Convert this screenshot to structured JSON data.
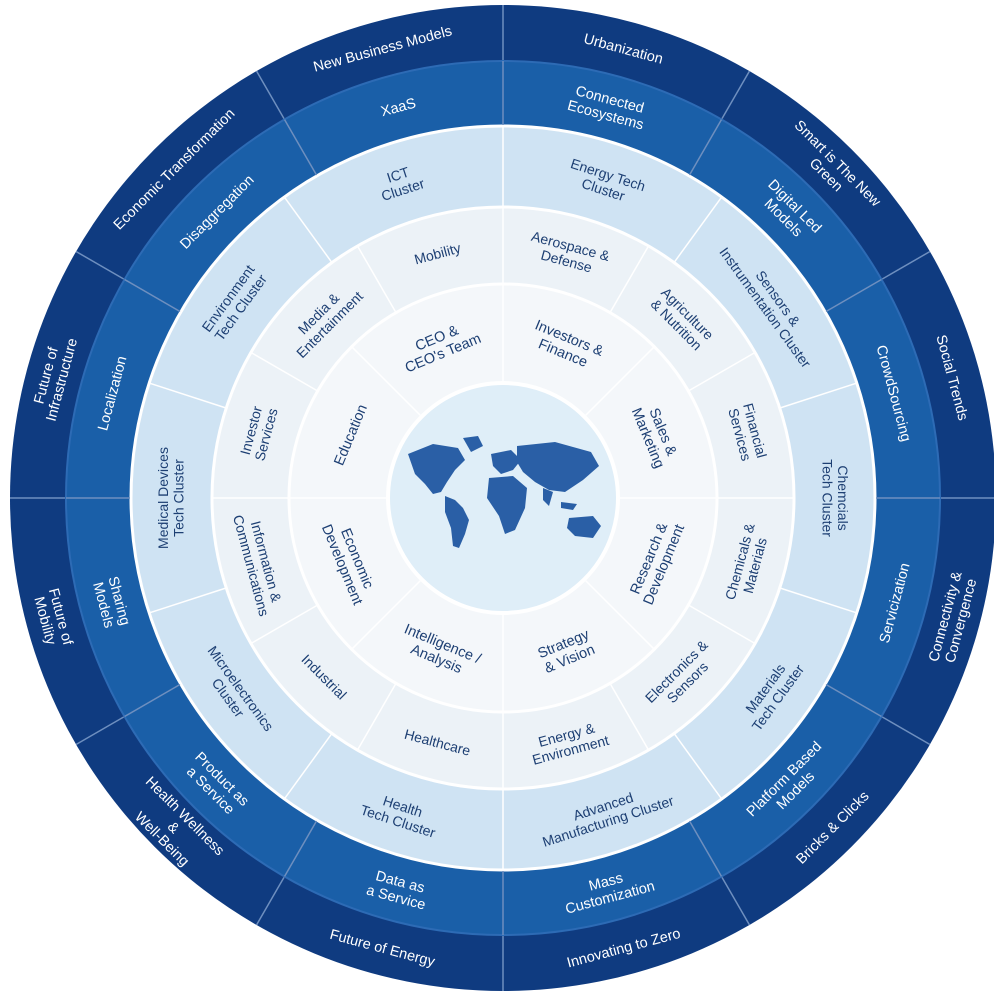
{
  "colors": {
    "outer_ring": "#0f3b80",
    "second_ring": "#1a5fa8",
    "third_ring": "#cfe3f3",
    "fourth_ring": "#ecf2f7",
    "fifth_ring": "#f4f7fa",
    "center_disc": "#dfeef8",
    "divider_dark": "#6e8fbf",
    "divider_light": "#ffffff",
    "text_light": "#ffffff",
    "text_dark": "#1d3f73",
    "map": "#2a5fa6"
  },
  "rings": {
    "outer": {
      "labels": [
        "Urbanization",
        "Smart is The New Green",
        "Social Trends",
        "Connectivity & Convergence",
        "Bricks & Clicks",
        "Innovating to Zero",
        "Future of Energy",
        "Health Wellness & Well-Being",
        "Future of Mobility",
        "Future of Infrastructure",
        "Economic Transformation",
        "New Business Models"
      ]
    },
    "business_models": {
      "labels": [
        "Connected Ecosystems",
        "Digital Led Models",
        "CrowdSourcing",
        "Servicization",
        "Platform Based Models",
        "Mass Customization",
        "Data as a Service",
        "Product as a Service",
        "Sharing Models",
        "Localization",
        "Disaggregation",
        "XaaS"
      ]
    },
    "clusters": {
      "labels": [
        "Energy Tech Cluster",
        "Sensors & Instrumentation Cluster",
        "Chemcials Tech Cluster",
        "Materials Tech Cluster",
        "Advanced Manufacturing Cluster",
        "Health Tech Cluster",
        "Microelectronics Cluster",
        "Medical Devices Tech Cluster",
        "Environment Tech Cluster",
        "ICT Cluster"
      ]
    },
    "industries": {
      "labels": [
        "Aerospace & Defense",
        "Agriculture & Nutrition",
        "Financial Services",
        "Chemicals & Materials",
        "Electronics & Sensors",
        "Energy & Environment",
        "Healthcare",
        "Industrial",
        "Information & Communications",
        "Investor Services",
        "Media & Entertainment",
        "Mobility"
      ]
    },
    "audiences": {
      "labels": [
        "Investors & Finance",
        "Sales & Marketing",
        "Research & Development",
        "Strategy & Vision",
        "Intelligence / Analysis",
        "Economic Development",
        "Education",
        "CEO & CEO's Team"
      ]
    }
  },
  "center": {
    "icon": "world-map-icon"
  }
}
